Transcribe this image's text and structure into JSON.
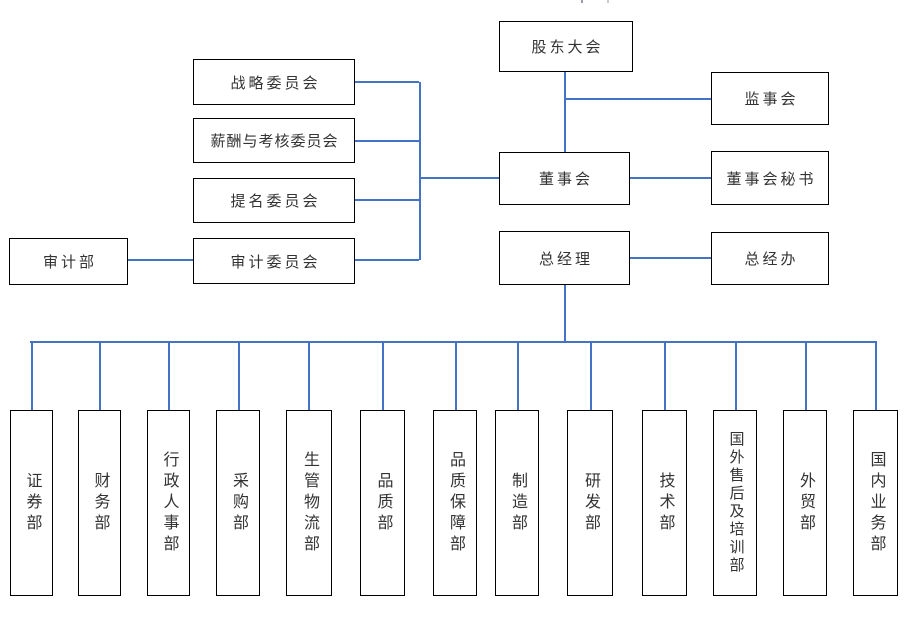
{
  "diagram": {
    "line_color": "#4472C4",
    "nodes": {
      "shareholders": "股东大会",
      "supervisory_board": "监事会",
      "board": "董事会",
      "board_secretary": "董事会秘书",
      "general_manager": "总经理",
      "gm_office": "总经办",
      "strategy_committee": "战略委员会",
      "compensation_committee": "薪酬与考核委员会",
      "nomination_committee": "提名委员会",
      "audit_committee": "审计委员会",
      "audit_department": "审计部"
    },
    "departments": [
      "证券部",
      "财务部",
      "行政人事部",
      "采购部",
      "生管物流部",
      "品质部",
      "品质保障部",
      "制造部",
      "研发部",
      "技术部",
      "国外售后及培训部",
      "外贸部",
      "国内业务部"
    ]
  }
}
